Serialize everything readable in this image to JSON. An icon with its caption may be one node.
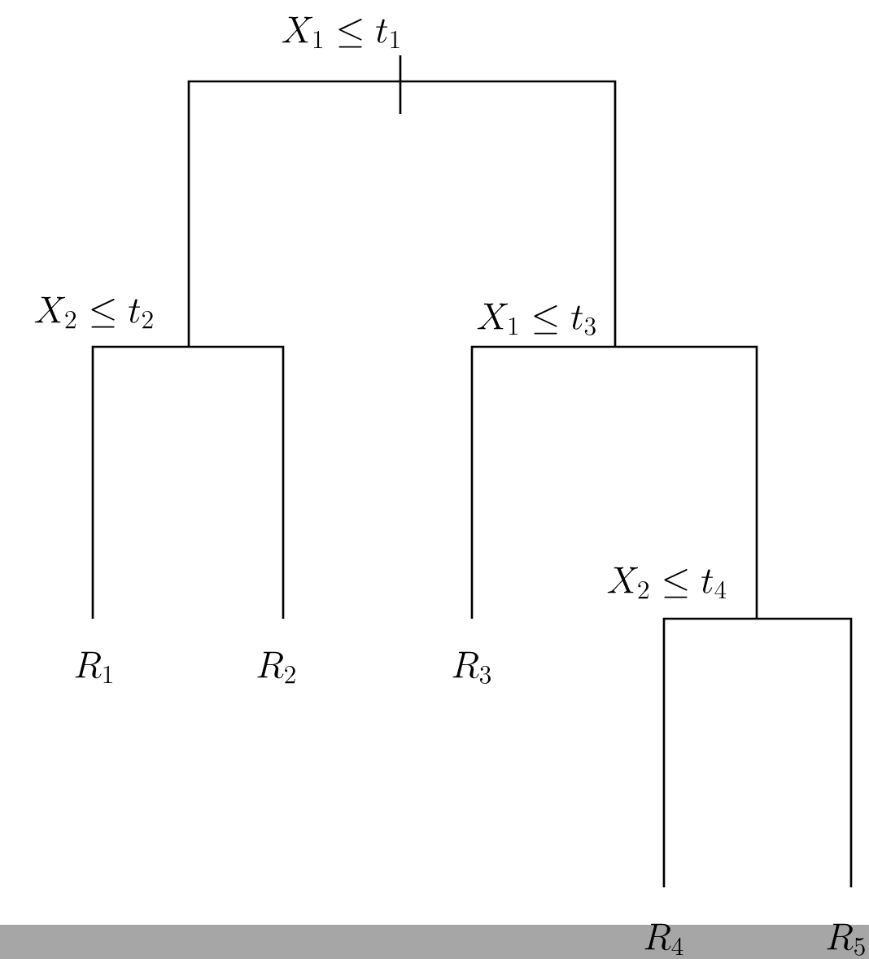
{
  "diagram": {
    "nodes": [
      {
        "text": [
          "X_1 \\leq t_1"
        ]
      },
      {
        "text": [
          "X_2 \\leq t_2"
        ]
      },
      {
        "text": [
          "X_1 \\leq t_3"
        ]
      },
      {
        "text": [
          "X_2 \\leq t_4"
        ]
      },
      {
        "text": [
          "R_1"
        ]
      },
      {
        "text": [
          "R_2"
        ]
      },
      {
        "text": [
          "R_3"
        ]
      },
      {
        "text": [
          "R_4"
        ]
      },
      {
        "text": [
          "R_5"
        ]
      }
    ],
    "edges": [
      {
        "from": 0,
        "to": 1,
        "arrow": "none"
      },
      {
        "from": 0,
        "to": 2,
        "arrow": "none"
      },
      {
        "from": 1,
        "to": 4,
        "arrow": "none"
      },
      {
        "from": 1,
        "to": 5,
        "arrow": "none"
      },
      {
        "from": 2,
        "to": 6,
        "arrow": "none"
      },
      {
        "from": 2,
        "to": 3,
        "arrow": "none"
      },
      {
        "from": 3,
        "to": 7,
        "arrow": "none"
      },
      {
        "from": 3,
        "to": 8,
        "arrow": "none"
      }
    ]
  }
}
